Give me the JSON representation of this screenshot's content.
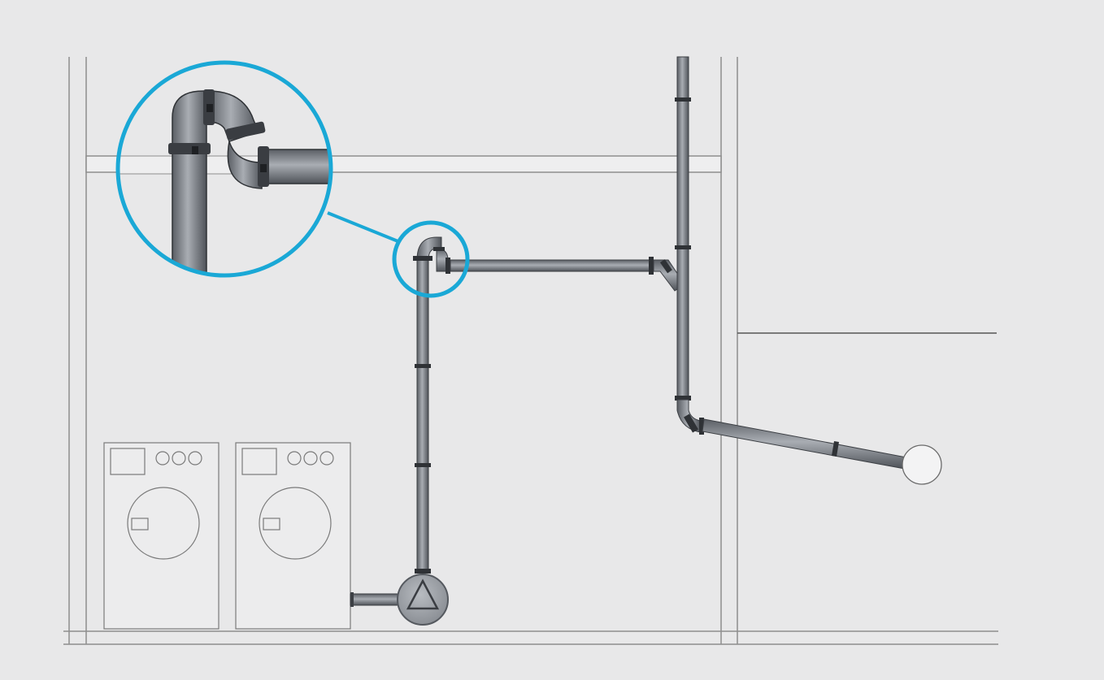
{
  "diagram": {
    "subject": "",
    "callout": {
      "icon": "magnifier-callout",
      "detail": "pipe-elbow-with-clamps"
    },
    "elements": [
      {
        "name": "washing-machine-left",
        "icon": "washing-machine-icon"
      },
      {
        "name": "washing-machine-right",
        "icon": "washing-machine-icon"
      },
      {
        "name": "lift-pump",
        "icon": "pump-triangle-icon"
      },
      {
        "name": "vertical-riser-pipe",
        "icon": "pipe"
      },
      {
        "name": "horizontal-branch-pipe",
        "icon": "pipe"
      },
      {
        "name": "main-stack-pipe",
        "icon": "pipe"
      },
      {
        "name": "sewer-outlet-pipe",
        "icon": "pipe"
      },
      {
        "name": "sewer-manhole",
        "icon": "circle-outlet-icon"
      }
    ]
  },
  "colors": {
    "background": "#e8e8e9",
    "wall-line": "#8a8a8a",
    "pipe": "#7e8288",
    "pipe-dark": "#3c3f44",
    "callout": "#1aa8d6"
  }
}
